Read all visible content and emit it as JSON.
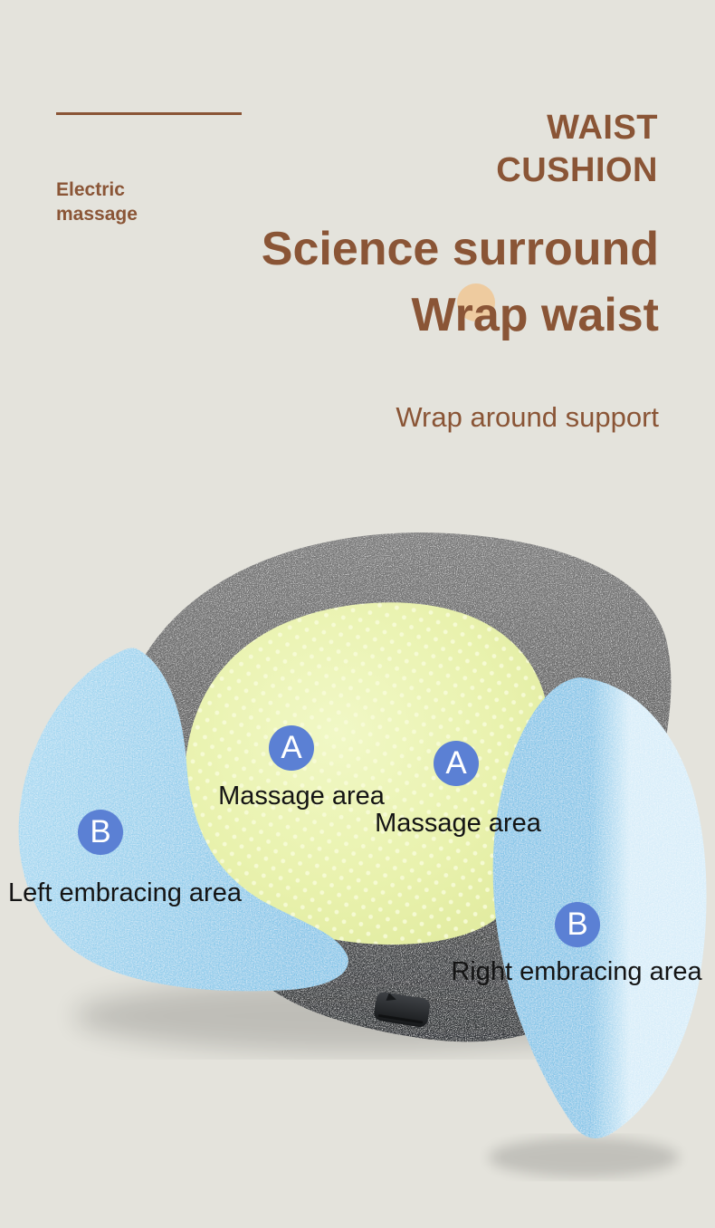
{
  "poster": {
    "eyebrow": "Electric massage",
    "brand": {
      "line1": "WAIST",
      "line2": "CUSHION"
    },
    "headline": {
      "line1": "Science surround",
      "line2": "Wrap waist"
    },
    "subheadline": "Wrap around support"
  },
  "diagram": {
    "markers": [
      {
        "letter": "A",
        "label": "Massage area"
      },
      {
        "letter": "A",
        "label": "Massage area"
      },
      {
        "letter": "B",
        "label": "Left embracing area"
      },
      {
        "letter": "B",
        "label": "Right embracing area"
      }
    ]
  },
  "colors": {
    "background": "#e4e3dc",
    "accent_brown": "#8a5536",
    "accent_circle_tan": "#eecb9f",
    "label_text": "#141414",
    "badge_blue": "#5b80d4",
    "badge_letter": "#ffffff",
    "cushion_gray_top": "#7b7b7b",
    "cushion_gray_mid": "#606060",
    "cushion_gray_dark": "#35383b",
    "massage_green": "#e9f2ae",
    "massage_green_light": "#f1f8c6",
    "massage_green_deep": "#dfe99b",
    "massage_green_dot": "#f8fcd9",
    "wing_blue": "#84c5e8",
    "wing_blue_light": "#a9daf2",
    "wing_blue_pale": "#d7edf9",
    "tag_dark": "#3e4145",
    "tag_darker": "#17191b"
  }
}
